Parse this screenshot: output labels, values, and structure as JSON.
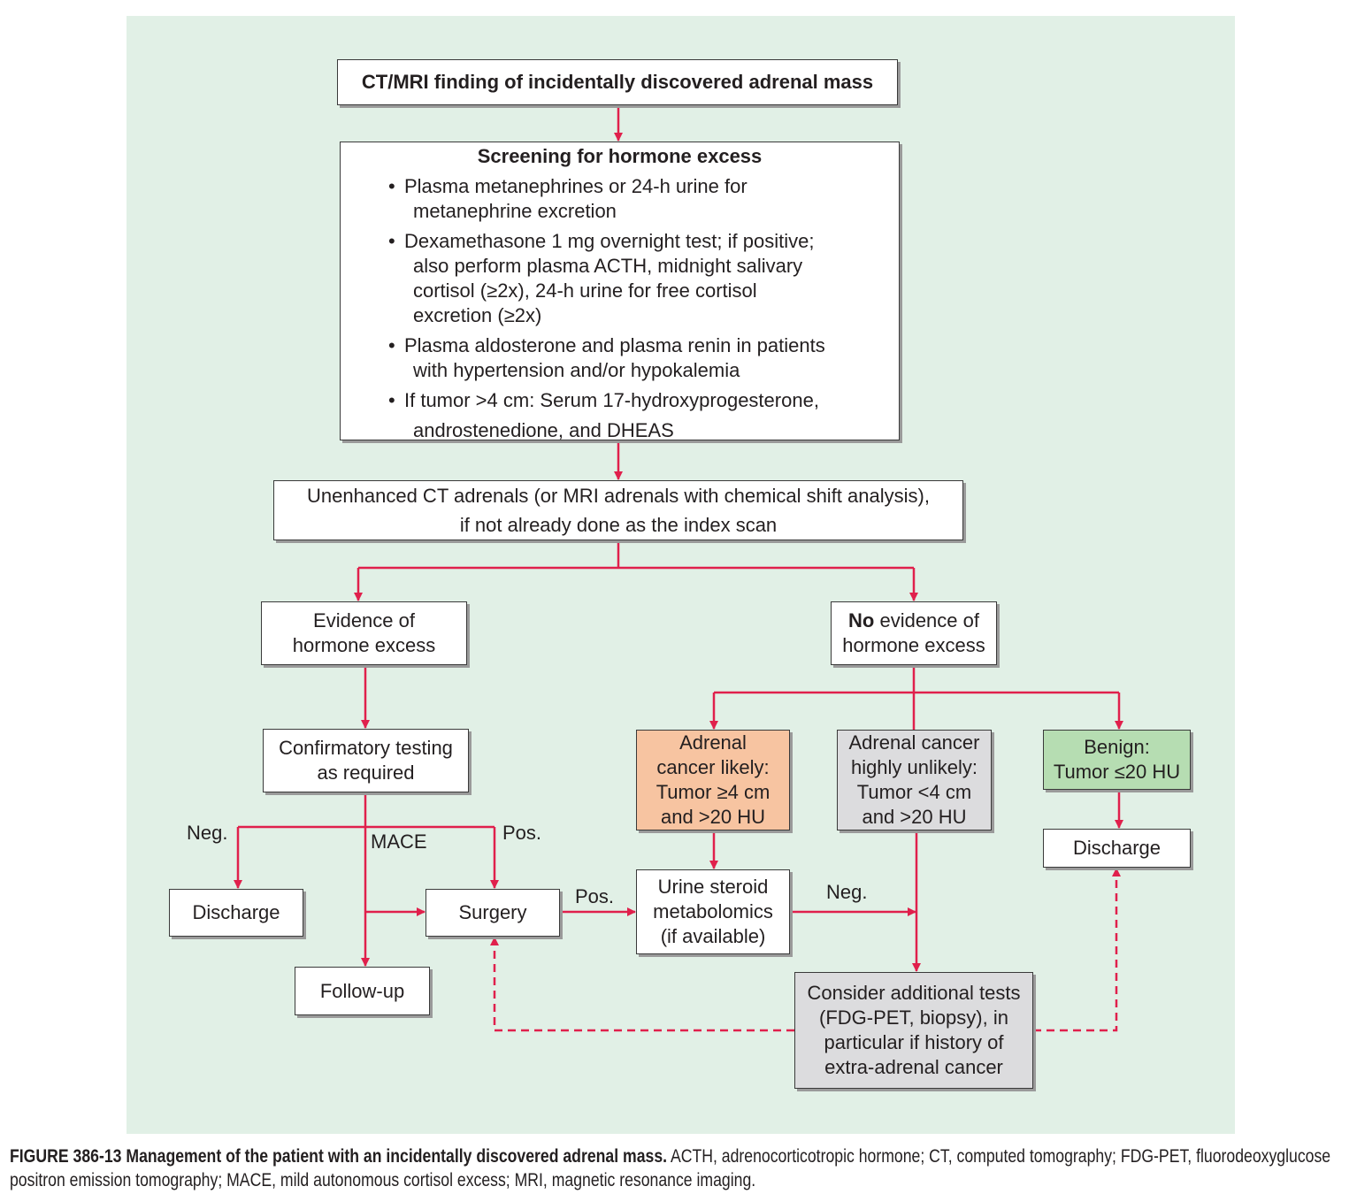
{
  "colors": {
    "background": "#e1f0e6",
    "arrow": "#e0204c",
    "likely": "#f7c4a1",
    "unlikely": "#dcdcde",
    "benign": "#b6ddb2"
  },
  "nodes": {
    "start": "CT/MRI finding of incidentally discovered adrenal mass",
    "screening": {
      "title": "Screening for hormone excess",
      "items": [
        [
          "Plasma metanephrines or 24-h urine for",
          "metanephrine excretion"
        ],
        [
          "Dexamethasone 1 mg overnight test; if positive;",
          "also perform plasma ACTH, midnight salivary",
          "cortisol (≥2x), 24-h urine for free cortisol",
          "excretion (≥2x)"
        ],
        [
          "Plasma aldosterone and plasma renin in patients",
          "with hypertension and/or hypokalemia"
        ],
        [
          "If tumor >4 cm: Serum 17-hydroxyprogesterone,",
          "androstenedione, and DHEAS"
        ]
      ]
    },
    "unenhanced": [
      "Unenhanced CT adrenals (or MRI adrenals with chemical shift analysis),",
      "if not already done as the index scan"
    ],
    "evidence": [
      "Evidence of",
      "hormone excess"
    ],
    "no_evidence": {
      "bold": "No",
      "rest": " evidence of",
      "line2": "hormone excess"
    },
    "confirmatory": [
      "Confirmatory testing",
      "as required"
    ],
    "likely": [
      "Adrenal",
      "cancer likely:",
      "Tumor ≥4 cm",
      "and >20 HU"
    ],
    "unlikely": [
      "Adrenal cancer",
      "highly unlikely:",
      "Tumor <4 cm",
      "and >20 HU"
    ],
    "benign": [
      "Benign:",
      "Tumor ≤20 HU"
    ],
    "discharge_right": "Discharge",
    "discharge_left": "Discharge",
    "surgery": "Surgery",
    "urine": [
      "Urine steroid",
      "metabolomics",
      "(if available)"
    ],
    "followup": "Follow-up",
    "consider": [
      "Consider additional tests",
      "(FDG-PET, biopsy), in",
      "particular if history of",
      "extra-adrenal cancer"
    ]
  },
  "edge_labels": {
    "neg_left": "Neg.",
    "pos_left": "Pos.",
    "mace": "MACE",
    "pos_surgery": "Pos.",
    "neg_urine": "Neg."
  },
  "caption": {
    "bold": "FIGURE 386-13  Management of the patient with an incidentally discovered adrenal mass.",
    "text": " ACTH, adrenocorticotropic hormone; CT, computed tomography; FDG-PET, fluorodeoxyglucose positron emission tomography; MACE, mild autonomous cortisol excess; MRI, magnetic resonance imaging."
  }
}
